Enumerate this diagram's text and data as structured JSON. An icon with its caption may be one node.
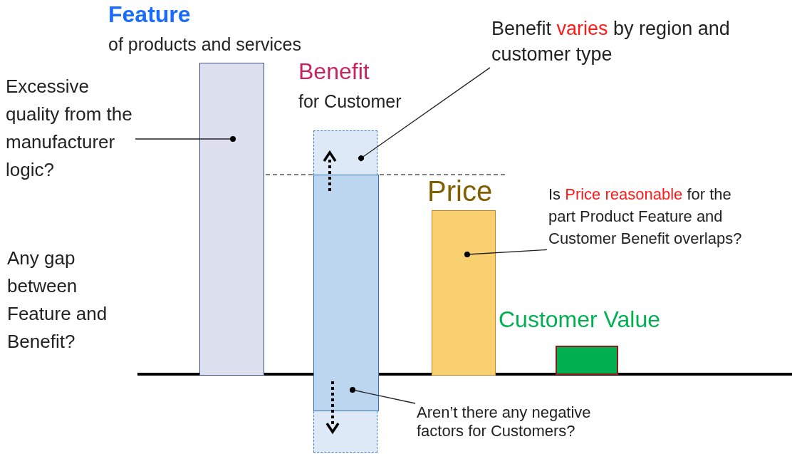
{
  "diagram": {
    "nodes": [
      {
        "text": [
          "Feature",
          "of products and services"
        ]
      },
      {
        "text": [
          "Benefit",
          "for Customer"
        ]
      },
      {
        "text": [],
        "shape": "bar",
        "in": 1
      },
      {
        "text": [
          "Price"
        ]
      },
      {
        "text": [
          "Customer Value"
        ]
      },
      {
        "text": [
          "Excessive quality from the manufacturer logic?"
        ]
      },
      {
        "text": [
          "Benefit **varies** by region and customer type"
        ]
      },
      {
        "text": [
          "Is **Price reasonable** for the part Product Feature and Customer Benefit overlaps?"
        ]
      },
      {
        "text": [
          "Aren’t there any negative factors for Customers?"
        ]
      }
    ],
    "edges": [
      {
        "from": 5,
        "to": 0,
        "arrow": "other"
      },
      {
        "from": 6,
        "to": 1,
        "arrow": "other"
      },
      {
        "from": 7,
        "to": 3,
        "arrow": "other"
      },
      {
        "from": 8,
        "to": 2,
        "arrow": "other"
      }
    ],
    "labels": [
      "Any gap between Feature and Benefit?"
    ]
  }
}
